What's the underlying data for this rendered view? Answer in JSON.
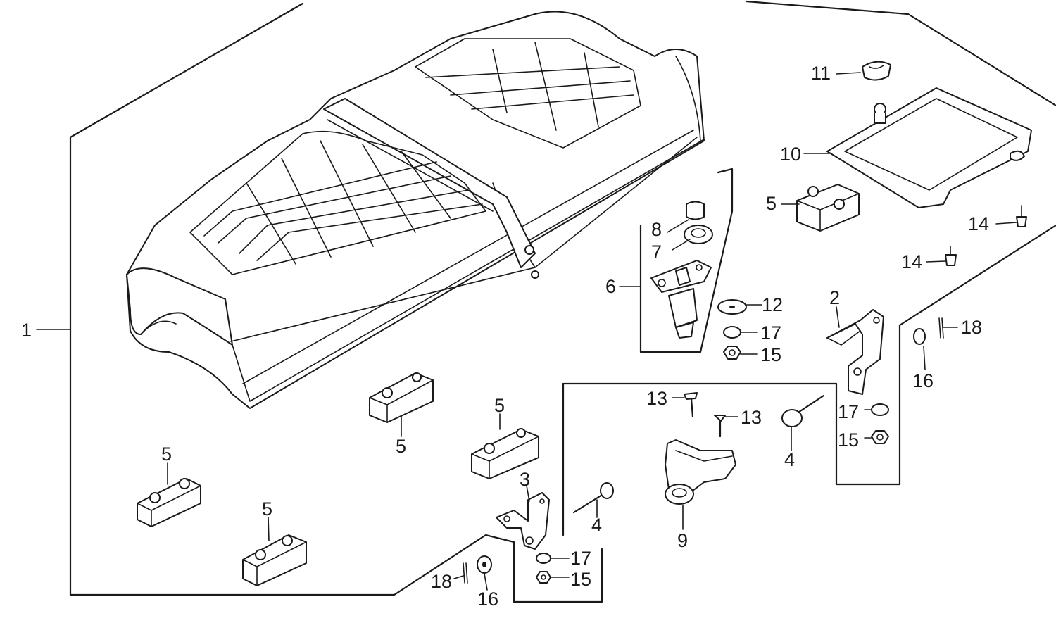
{
  "diagram": {
    "callouts": [
      {
        "id": "c1",
        "text": "1"
      },
      {
        "id": "c2",
        "text": "2"
      },
      {
        "id": "c3",
        "text": "3"
      },
      {
        "id": "c4a",
        "text": "4"
      },
      {
        "id": "c4b",
        "text": "4"
      },
      {
        "id": "c5a",
        "text": "5"
      },
      {
        "id": "c5b",
        "text": "5"
      },
      {
        "id": "c5c",
        "text": "5"
      },
      {
        "id": "c5d",
        "text": "5"
      },
      {
        "id": "c5e",
        "text": "5"
      },
      {
        "id": "c6",
        "text": "6"
      },
      {
        "id": "c7",
        "text": "7"
      },
      {
        "id": "c8",
        "text": "8"
      },
      {
        "id": "c9",
        "text": "9"
      },
      {
        "id": "c10",
        "text": "10"
      },
      {
        "id": "c11",
        "text": "11"
      },
      {
        "id": "c12",
        "text": "12"
      },
      {
        "id": "c13a",
        "text": "13"
      },
      {
        "id": "c13b",
        "text": "13"
      },
      {
        "id": "c14a",
        "text": "14"
      },
      {
        "id": "c14b",
        "text": "14"
      },
      {
        "id": "c15a",
        "text": "15"
      },
      {
        "id": "c15b",
        "text": "15"
      },
      {
        "id": "c15c",
        "text": "15"
      },
      {
        "id": "c16a",
        "text": "16"
      },
      {
        "id": "c16b",
        "text": "16"
      },
      {
        "id": "c17a",
        "text": "17"
      },
      {
        "id": "c17b",
        "text": "17"
      },
      {
        "id": "c17c",
        "text": "17"
      },
      {
        "id": "c18a",
        "text": "18"
      },
      {
        "id": "c18b",
        "text": "18"
      }
    ]
  }
}
